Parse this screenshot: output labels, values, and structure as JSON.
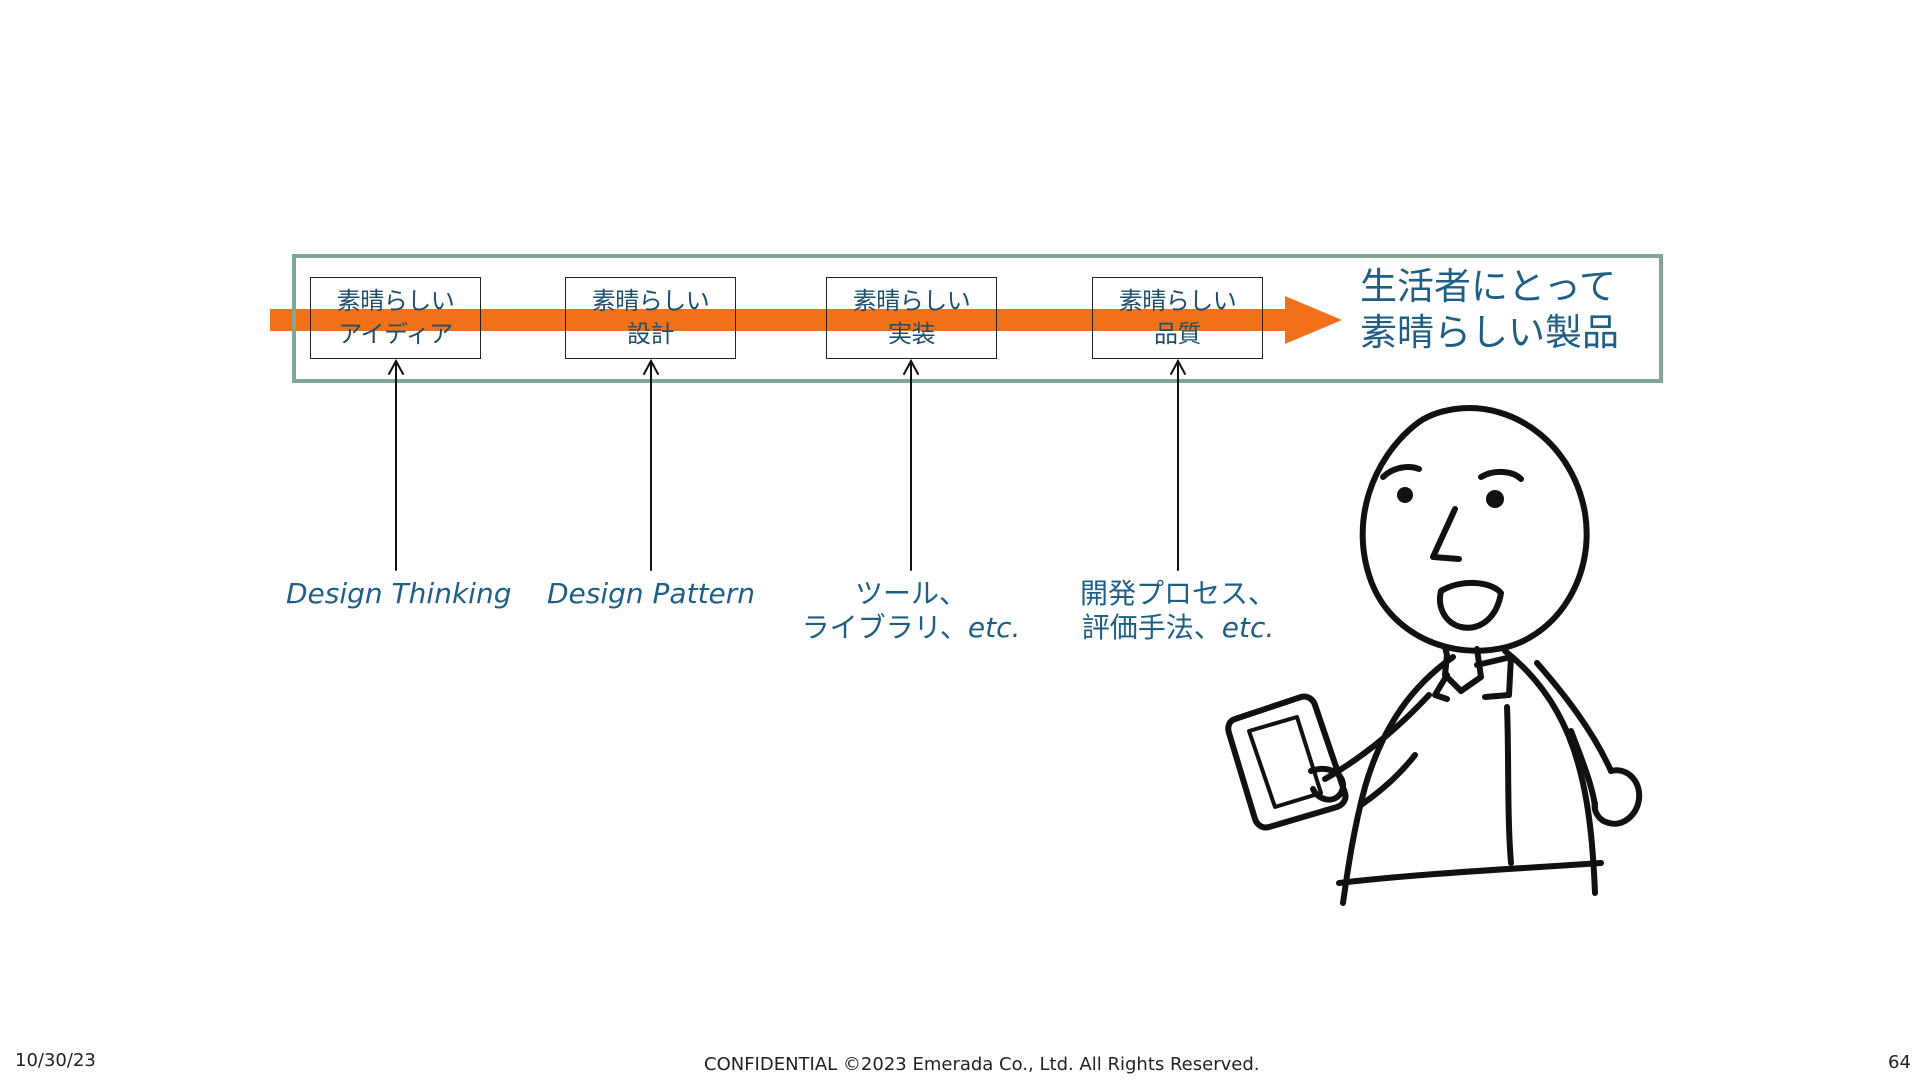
{
  "flow": {
    "stages": [
      {
        "line1": "素晴らしい",
        "line2": "アイディア"
      },
      {
        "line1": "素晴らしい",
        "line2": "設計"
      },
      {
        "line1": "素晴らしい",
        "line2": "実装"
      },
      {
        "line1": "素晴らしい",
        "line2": "品質"
      }
    ],
    "goal_line1": "生活者にとって",
    "goal_line2": "素晴らしい製品",
    "arrow_color": "#f07118",
    "frame_color": "#7fa795"
  },
  "methods": [
    {
      "text": "Design Thinking"
    },
    {
      "text": "Design Pattern"
    },
    {
      "line1": "ツール、",
      "line2_prefix": "ライブラリ、",
      "line2_etc": "etc."
    },
    {
      "line1": "開発プロセス、",
      "line2_prefix": "評価手法、",
      "line2_etc": "etc."
    }
  ],
  "illustration": {
    "icon": "person-holding-phone-icon"
  },
  "footer": {
    "date": "10/30/23",
    "copyright": "CONFIDENTIAL ©2023 Emerada Co., Ltd. All Rights Reserved.",
    "page_number": "64"
  }
}
